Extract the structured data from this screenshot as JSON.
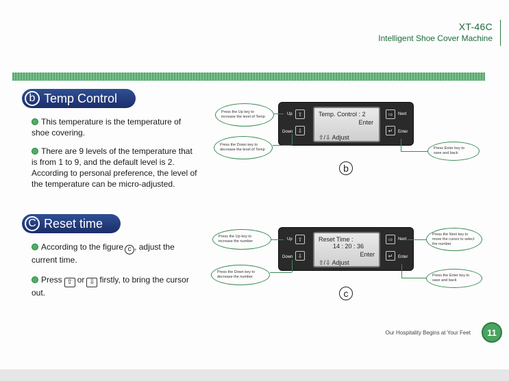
{
  "header": {
    "model": "XT-46C",
    "subtitle": "Intelligent Shoe Cover Machine"
  },
  "colors": {
    "accent": "#1d6b3a",
    "section_title_bg": "#2f4f93",
    "bullet": "#4fae66",
    "stripe": "#6bb47e"
  },
  "temp": {
    "title_letter": "b",
    "title": "Temp Control",
    "p1": "This temperature is the temperature of shoe covering.",
    "p2": "There are 9 levels of the temperature that is from 1 to 9, and the default level is 2. According to personal preference, the level of the temperature can be micro-adjusted.",
    "screen": {
      "l1": "Temp. Control : 2",
      "l2": "Enter",
      "l3": "",
      "l4": "⇧/⇩ Adjust"
    },
    "keys": {
      "up": "Up",
      "down": "Down",
      "next": "Next",
      "enter": "Enter"
    },
    "callouts": {
      "up": "Press the Up key to increase the level of Temp",
      "down": "Press the Down key to decrease the level of Temp",
      "enter": "Press Enter key to save and back"
    },
    "fig_letter": "b"
  },
  "reset": {
    "title_letter": "C",
    "title": "Reset time",
    "p1_a": "According to the figure",
    "p1_letter": "c",
    "p1_b": ", adjust the current time.",
    "p2_a": "Press",
    "p2_or": "or",
    "p2_b": "firstly, to bring the cursor out.",
    "screen": {
      "l1": "Reset  Time :",
      "l2": "14 : 20 : 36",
      "l3": "Enter",
      "l4": "⇧/⇩ Adjust"
    },
    "keys": {
      "up": "Up",
      "down": "Down",
      "next": "Next",
      "enter": "Enter"
    },
    "callouts": {
      "up": "Press the Up key to increase the number",
      "down": "Press the Down key to decrease the number",
      "next": "Press the Next key to move the cursor to select the number",
      "enter": "Press the Enter key to save and back"
    },
    "fig_letter": "c"
  },
  "footer": {
    "slogan": "Our Hospitality Begins at Your Feet",
    "page": "11"
  }
}
